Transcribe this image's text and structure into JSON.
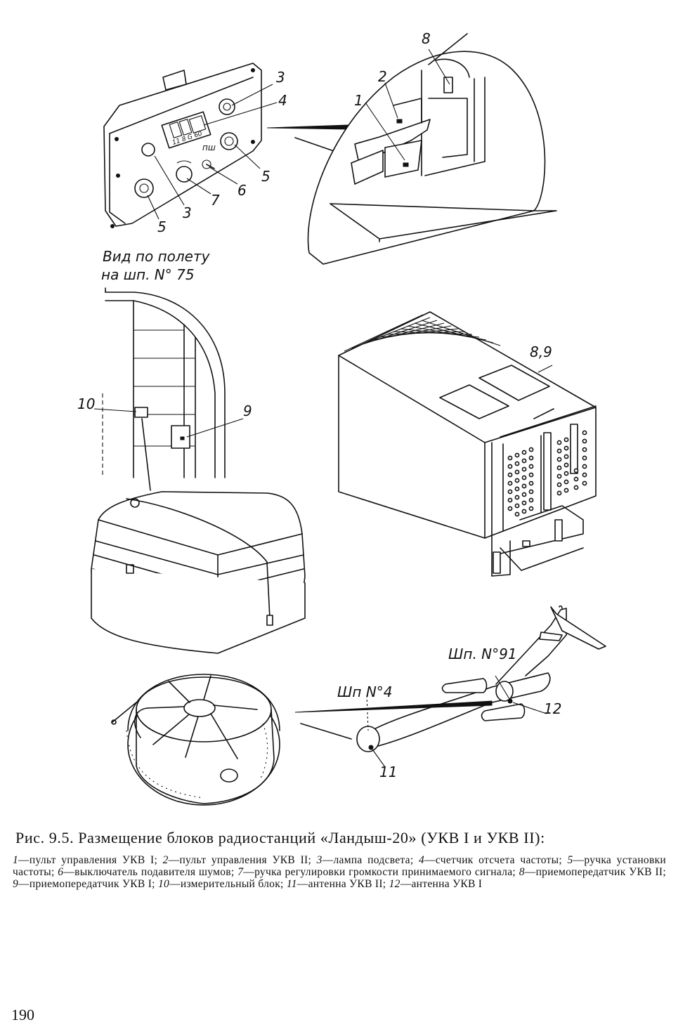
{
  "figure": {
    "view_label": [
      "Вид по полету",
      "на шп. N° 75"
    ],
    "callouts": {
      "panel_3a": "3",
      "panel_4": "4",
      "panel_5a": "5",
      "panel_6": "6",
      "panel_7": "7",
      "panel_3b": "3",
      "panel_5b": "5",
      "cockpit_8": "8",
      "cockpit_2": "2",
      "cockpit_1": "1",
      "frame_10": "10",
      "frame_9": "9",
      "unit_89": "8,9",
      "plane_91": "Шп. N°91",
      "plane_4": "Шп N°4",
      "plane_12": "12",
      "plane_11": "11"
    },
    "panel_texts": {
      "counter": "11 8 G 60",
      "psh": "пш"
    }
  },
  "caption": {
    "title": "Рис. 9.5. Размещение блоков радиостанций «Ландыш-20» (УКВ I и УКВ II):",
    "legend": [
      {
        "n": "1",
        "text": "—пульт управления УКВ I; "
      },
      {
        "n": "2",
        "text": "—пульт управления УКВ II; "
      },
      {
        "n": "3",
        "text": "—лампа подсвета; "
      },
      {
        "n": "4",
        "text": "—счетчик отсчета частоты; "
      },
      {
        "n": "5",
        "text": "—ручка установки частоты; "
      },
      {
        "n": "6",
        "text": "—выключатель подавителя шумов; "
      },
      {
        "n": "7",
        "text": "—ручка регулировки громкости принимаемого сигнала; "
      },
      {
        "n": "8",
        "text": "—приемопередатчик УКВ II; "
      },
      {
        "n": "9",
        "text": "—приемопередатчик УКВ I; "
      },
      {
        "n": "10",
        "text": "—измерительный блок; "
      },
      {
        "n": "11",
        "text": "—антенна УКВ II; "
      },
      {
        "n": "12",
        "text": "—антенна УКВ I"
      }
    ]
  },
  "page_number": "190"
}
